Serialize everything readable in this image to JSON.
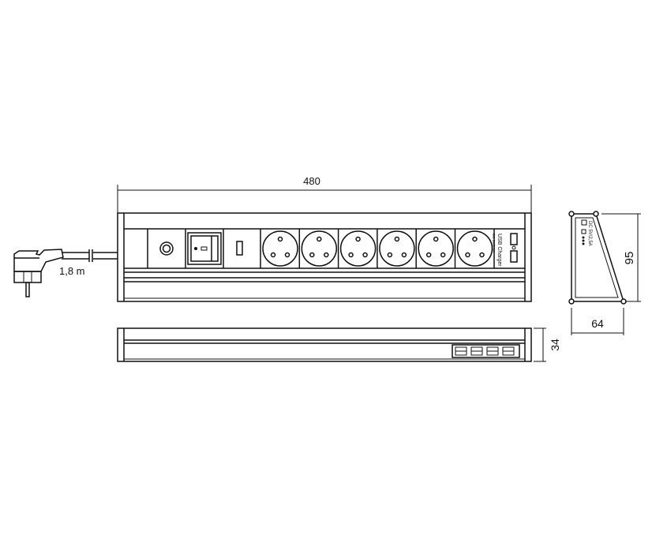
{
  "dimensions": {
    "length": "480",
    "cable_length": "1,8 m",
    "height": "95",
    "depth": "64",
    "front_height": "34"
  },
  "usb_module": {
    "title": "USB Charger",
    "rating": "DC 5V/2,5A"
  },
  "side_view": {
    "rating": "DC 5V/2,5A"
  },
  "components": {
    "socket_count": 6,
    "usb_ports_front": 4
  },
  "colors": {
    "line": "#111111",
    "background": "#ffffff"
  }
}
